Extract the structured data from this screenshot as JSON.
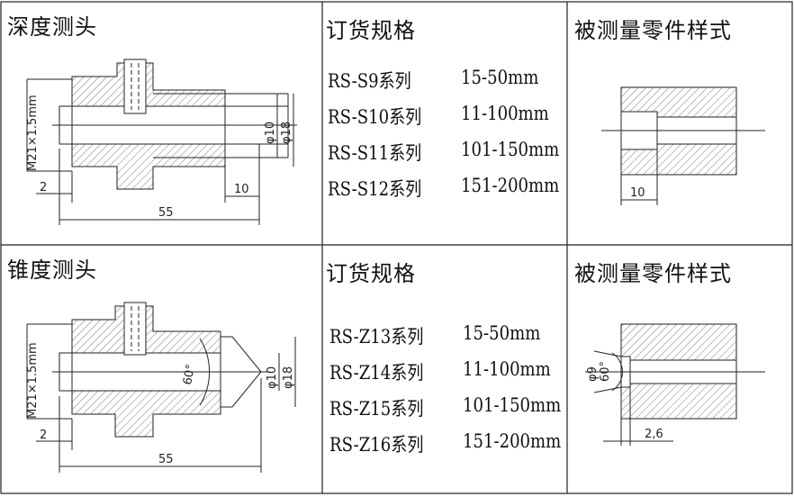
{
  "sections": [
    {
      "probe_title": "深度测头",
      "spec_title": "订货规格",
      "part_title": "被测量零件样式",
      "specs": [
        {
          "model": "RS-S9系列",
          "range": "15-50mm"
        },
        {
          "model": "RS-S10系列",
          "range": "11-100mm"
        },
        {
          "model": "RS-S11系列",
          "range": "101-150mm"
        },
        {
          "model": "RS-S12系列",
          "range": "151-200mm"
        }
      ],
      "dims": {
        "thread": "M21×1.5mm",
        "d10": "φ10",
        "d18": "φ18",
        "l2": "2",
        "l10": "10",
        "l55": "55",
        "part_depth": "10"
      }
    },
    {
      "probe_title": "锥度测头",
      "spec_title": "订货规格",
      "part_title": "被测量零件样式",
      "specs": [
        {
          "model": "RS-Z13系列",
          "range": "15-50mm"
        },
        {
          "model": "RS-Z14系列",
          "range": "11-100mm"
        },
        {
          "model": "RS-Z15系列",
          "range": "101-150mm"
        },
        {
          "model": "RS-Z16系列",
          "range": "151-200mm"
        }
      ],
      "dims": {
        "thread": "M21×1.5mm",
        "d10": "φ10",
        "d18": "φ18",
        "angle": "60°",
        "l2": "2",
        "l55": "55",
        "part_d9": "φ9",
        "part_angle": "60°",
        "part_depth": "2,6"
      }
    }
  ]
}
